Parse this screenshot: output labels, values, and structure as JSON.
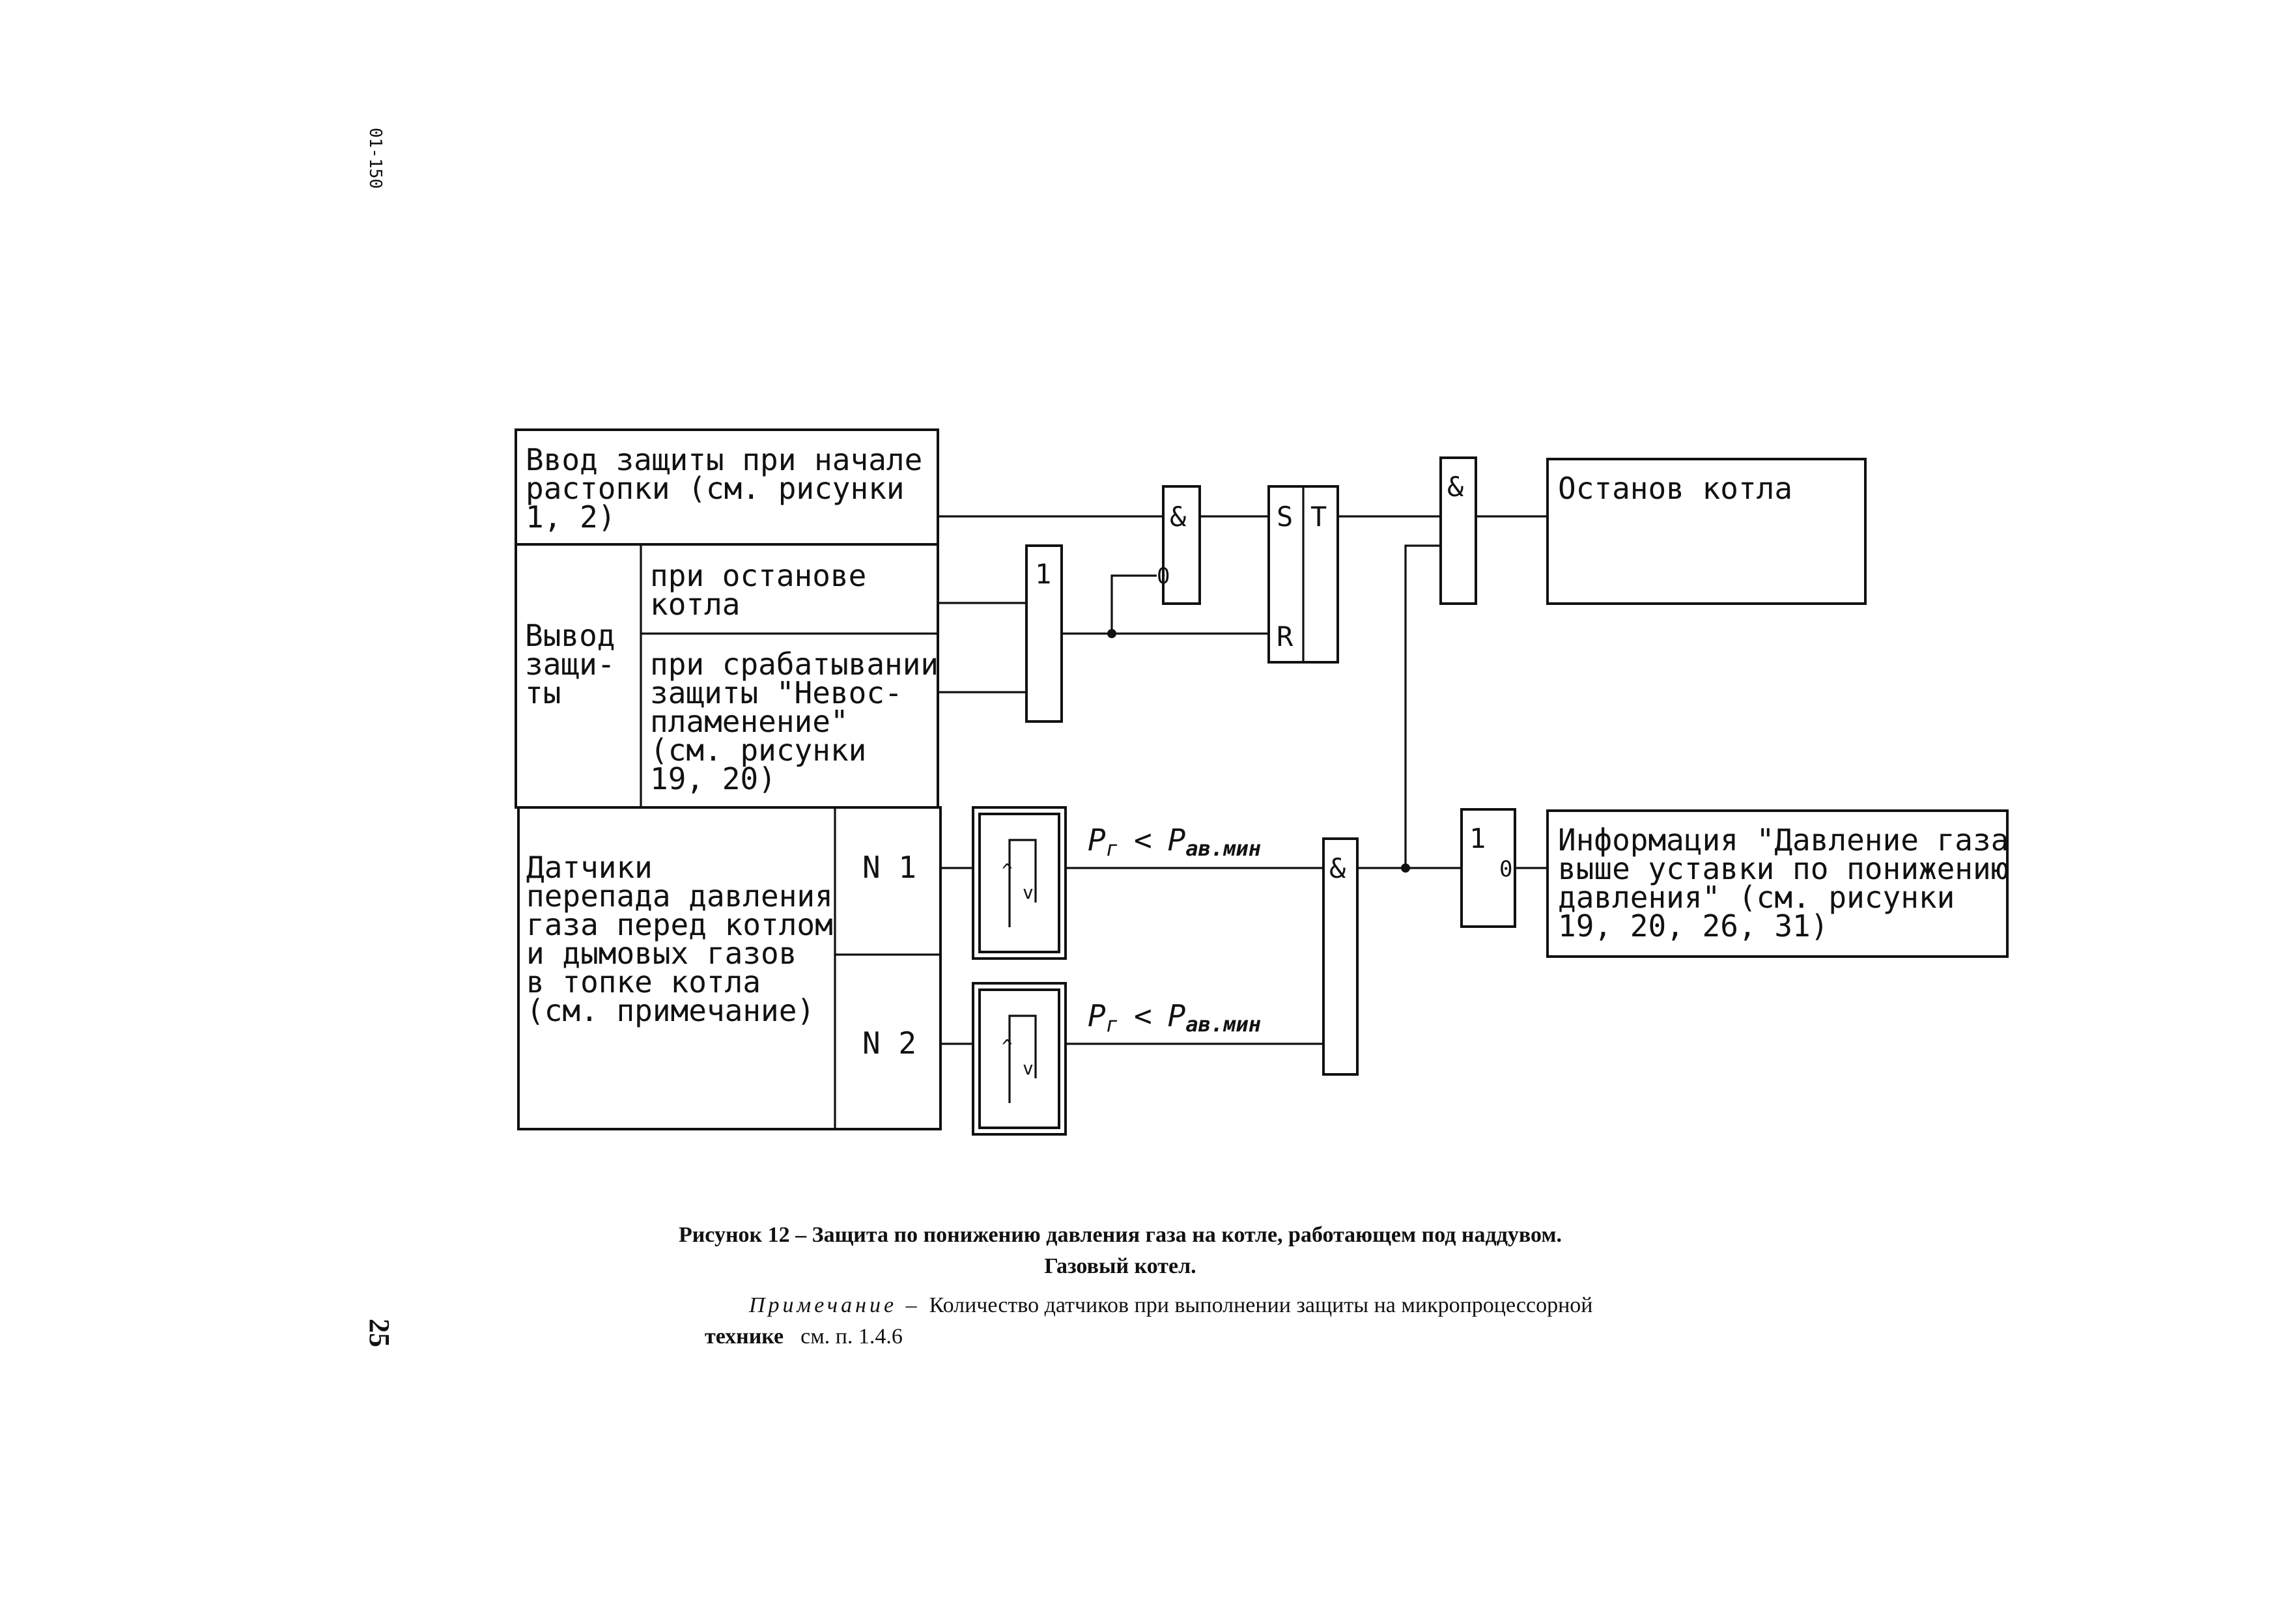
{
  "page": {
    "side_code": "01-150",
    "page_number": "25"
  },
  "left_panel": {
    "start_input": [
      "Ввод защиты при начале",
      "растопки (см. рисунки",
      "1, 2)"
    ],
    "output_label": [
      "Вывод",
      "защи-",
      "ты"
    ],
    "stop_condition": [
      "при останове",
      "котла"
    ],
    "trip_condition": [
      "при срабатывании",
      "защиты \"Невос-",
      "пламенение\"",
      "(см. рисунки",
      "19, 20)"
    ],
    "sensors_label": [
      "Датчики",
      "перепада давления",
      "газа перед котлом",
      "и дымовых газов",
      "в топке котла",
      "(см. примечание)"
    ],
    "sensor_1": "N 1",
    "sensor_2": "N 2"
  },
  "logic": {
    "and_symbol": "&",
    "or_symbol": "1",
    "inverter_symbol": "0",
    "trigger_s": "S",
    "trigger_r": "R",
    "trigger_t": "T",
    "comparator_up": "^",
    "comparator_down": "v",
    "cond_p": "P",
    "cond_sub_g": "г",
    "cond_lt": "<",
    "cond_sub_min": "ав.мин"
  },
  "outputs": {
    "stop_boiler": "Останов котла",
    "info": [
      "Информация \"Давление газа",
      "выше уставки по понижению",
      "давления\" (см. рисунки",
      "19, 20, 26, 31)"
    ]
  },
  "caption": {
    "line1": "Рисунок 12 – Защита по понижению давления газа на котле, работающем под наддувом.",
    "line2": "Газовый котел.",
    "note_label": "Примечание –",
    "note_text": "Количество датчиков при выполнении защиты на микропроцессорной",
    "note_word": "технике",
    "note_ref": "см. п. 1.4.6"
  }
}
